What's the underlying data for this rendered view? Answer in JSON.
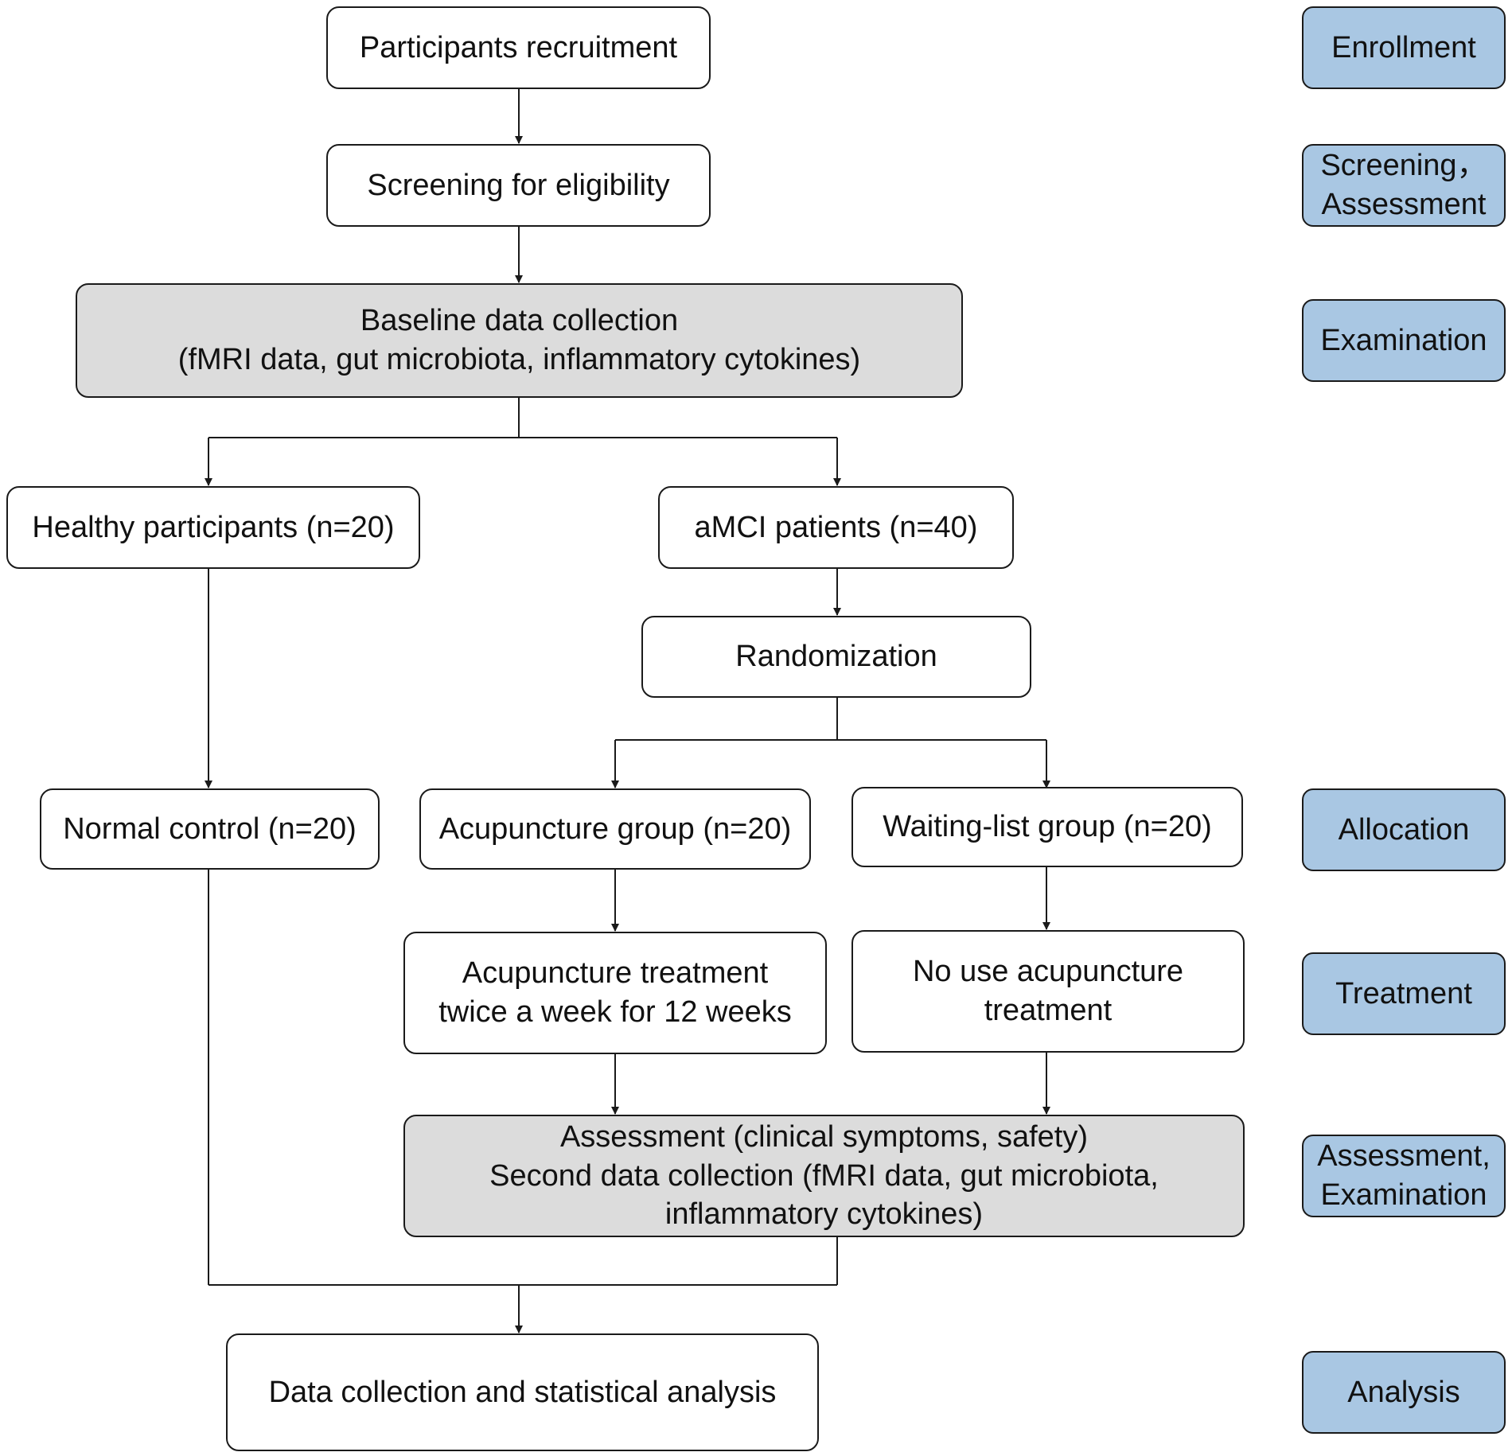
{
  "colors": {
    "process_fill": "#ffffff",
    "data_collection_fill": "#dcdcdc",
    "stage_label_fill": "#a9c7e3",
    "line": "#1a1a1a"
  },
  "flow": {
    "recruitment": "Participants recruitment",
    "screening": "Screening for eligibility",
    "baseline": "Baseline data collection\n(fMRI data, gut microbiota, inflammatory cytokines)",
    "healthy": "Healthy participants (n=20)",
    "amci": "aMCI patients (n=40)",
    "randomization": "Randomization",
    "normal_control": "Normal control (n=20)",
    "acupuncture_group": "Acupuncture group (n=20)",
    "waiting_group": "Waiting-list group (n=20)",
    "acupuncture_treatment": "Acupuncture treatment\ntwice a week for 12 weeks",
    "no_treatment": "No use acupuncture\ntreatment",
    "second_collection": "Assessment (clinical symptoms, safety)\nSecond data collection (fMRI data, gut microbiota,\ninflammatory cytokines)",
    "analysis": "Data collection and statistical analysis"
  },
  "stages": {
    "enrollment": "Enrollment",
    "screening_assessment": "Screening，\nAssessment",
    "examination": "Examination",
    "allocation": "Allocation",
    "treatment": "Treatment",
    "assessment_examination": "Assessment,\nExamination",
    "analysis": "Analysis"
  }
}
